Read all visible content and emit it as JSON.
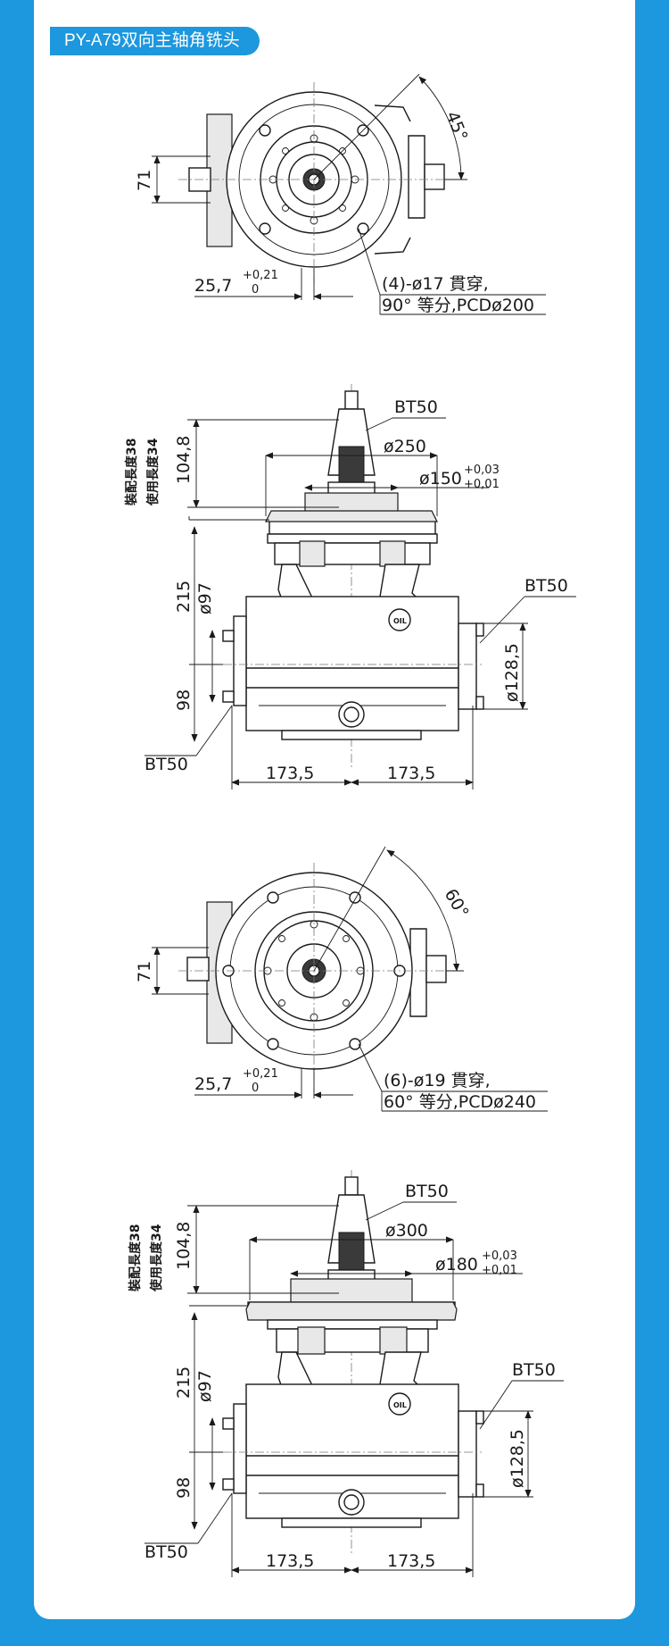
{
  "title": "PY-A79双向主轴角铣头",
  "view1": {
    "angle": "45°",
    "dim_height": "71",
    "dim_offset_main": "25,7",
    "dim_offset_upper": "+0,21",
    "dim_offset_lower": "0",
    "note_line1": "(4)-ø17 貫穿,",
    "note_line2": "90° 等分,PCDø200"
  },
  "view2": {
    "bt_top": "BT50",
    "bt_right": "BT50",
    "bt_left": "BT50",
    "dia_flange": "ø250",
    "dia_pilot": "ø150",
    "tol_upper": "+0,03",
    "tol_lower": "+0,01",
    "dim_104": "104,8",
    "len_assembly": "裝配長度38",
    "len_use": "使用長度34",
    "dim_215": "215",
    "dim_97": "ø97",
    "dim_98": "98",
    "dim_128": "ø128,5",
    "dim_left": "173,5",
    "dim_right": "173,5",
    "oil": "OIL"
  },
  "view3": {
    "angle": "60°",
    "dim_height": "71",
    "dim_offset_main": "25,7",
    "dim_offset_upper": "+0,21",
    "dim_offset_lower": "0",
    "note_line1": "(6)-ø19 貫穿,",
    "note_line2": "60° 等分,PCDø240"
  },
  "view4": {
    "bt_top": "BT50",
    "bt_right": "BT50",
    "bt_left": "BT50",
    "dia_flange": "ø300",
    "dia_pilot": "ø180",
    "tol_upper": "+0,03",
    "tol_lower": "+0,01",
    "dim_104": "104,8",
    "len_assembly": "裝配長度38",
    "len_use": "使用長度34",
    "dim_215": "215",
    "dim_97": "ø97",
    "dim_98": "98",
    "dim_128": "ø128,5",
    "dim_left": "173,5",
    "dim_right": "173,5",
    "oil": "OIL"
  }
}
